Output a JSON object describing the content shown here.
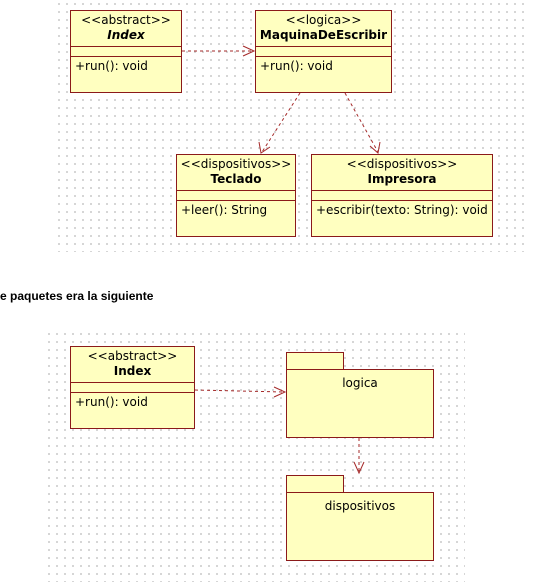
{
  "diagram1": {
    "index": {
      "stereotype": "<<abstract>>",
      "name": "Index",
      "operation": "+run(): void"
    },
    "maquina": {
      "stereotype": "<<logica>>",
      "name": "MaquinaDeEscribir",
      "operation": "+run(): void"
    },
    "teclado": {
      "stereotype": "<<dispositivos>>",
      "name": "Teclado",
      "operation": "+leer(): String"
    },
    "impresora": {
      "stereotype": "<<dispositivos>>",
      "name": "Impresora",
      "operation": "+escribir(texto: String): void"
    }
  },
  "caption": "e paquetes era la siguiente",
  "diagram2": {
    "index": {
      "stereotype": "<<abstract>>",
      "name": "Index",
      "operation": "+run(): void"
    },
    "package_logica": {
      "name": "logica"
    },
    "package_dispositivos": {
      "name": "dispositivos"
    }
  },
  "colors": {
    "fill": "#ffffc0",
    "border": "#8b1a1a",
    "arrow": "#a52a2a"
  }
}
